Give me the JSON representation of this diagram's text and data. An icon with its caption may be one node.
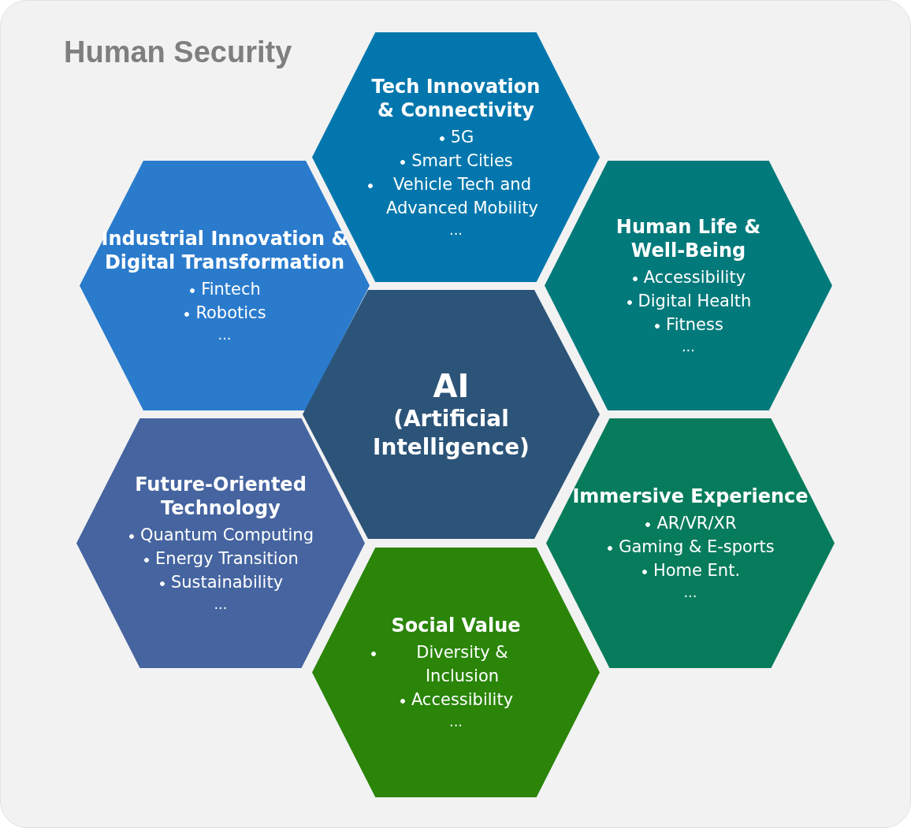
{
  "diagram": {
    "nodes": [
      {
        "text": [
          "Human Security"
        ]
      },
      {
        "text": [
          "Tech Innovation & Connectivity",
          "5G",
          "Smart Cities",
          "Vehicle Tech and Advanced Mobility",
          "..."
        ],
        "in": 0
      },
      {
        "text": [
          "Industrial Innovation & Digital Transformation",
          "Fintech",
          "Robotics",
          "..."
        ],
        "in": 0
      },
      {
        "text": [
          "Human Life & Well-Being",
          "Accessibility",
          "Digital Health",
          "Fitness",
          "..."
        ],
        "in": 0
      },
      {
        "text": [
          "AI",
          "(Artificial Intelligence)"
        ],
        "in": 0
      },
      {
        "text": [
          "Future-Oriented Technology",
          "Quantum Computing",
          "Energy Transition",
          "Sustainability",
          "..."
        ],
        "in": 0
      },
      {
        "text": [
          "Immersive Experience",
          "AR/VR/XR",
          "Gaming & E-sports",
          "Home  Ent.",
          "..."
        ],
        "in": 0
      },
      {
        "text": [
          "Social Value",
          "Diversity & Inclusion",
          "Accessibility",
          "..."
        ],
        "in": 0
      }
    ],
    "edges": []
  }
}
